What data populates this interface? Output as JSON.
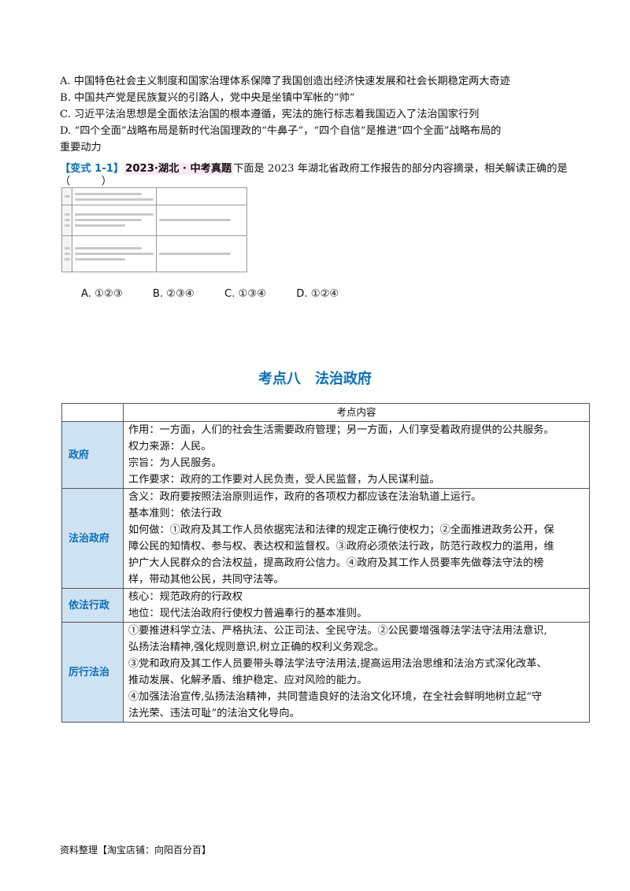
{
  "question_options": {
    "A": "A. 中国特色社会主义制度和国家治理体系保障了我国创造出经济快速发展和社会长期稳定两大奇迹",
    "B": "B. 中国共产党是民族复兴的引路人，党中央是坐镇中军帐的“帅”",
    "C": "C. 习近平法治思想是全面依法治国的根本遵循，宪法的施行标志着我国迈入了法治国家行列",
    "D1": "D. “四个全面”战略布局是新时代治国理政的“牛鼻子”，“四个自信”是推进“四个全面”战略布局的",
    "D2": "重要动力"
  },
  "variant": {
    "tag": "【变式 1-1】",
    "source": "2023·湖北 · 中考真题",
    "text": "下面是 2023 年湖北省政府工作报告的部分内容摘录，相关解读正确的是",
    "paren": "（　　　）"
  },
  "answer_choices": [
    "A. ①②③",
    "B. ②③④",
    "C. ①③④",
    "D. ①②④"
  ],
  "section_title": "考点八　法治政府",
  "table": {
    "header": "考点内容",
    "rows": [
      {
        "label": "政府",
        "lines": [
          "作用：一方面，人们的社会生活需要政府管理；另一方面，人们享受着政府提供的公共服务。",
          "权力来源：人民。",
          "宗旨：为人民服务。",
          "工作要求：政府的工作要对人民负责，受人民监督，为人民谋利益。"
        ]
      },
      {
        "label": "法治政府",
        "lines": [
          "含义：政府要按照法治原则运作，政府的各项权力都应该在法治轨道上运行。",
          "基本准则：依法行政",
          "如何做：①政府及其工作人员依据宪法和法律的规定正确行使权力；②全面推进政务公开，保",
          "障公民的知情权、参与权、表达权和监督权。③政府必须依法行政，防范行政权力的滥用，维",
          "护广大人民群众的合法权益，提高政府公信力。④政府及其工作人员要率先做尊法守法的榜",
          "样，带动其他公民，共同守法等。"
        ]
      },
      {
        "label": "依法行政",
        "lines": [
          "核心：规范政府的行政权",
          "地位：现代法治政府行使权力普遍奉行的基本准则。"
        ]
      },
      {
        "label": "厉行法治",
        "lines": [
          "①要推进科学立法、严格执法、公正司法、全民守法。②公民要增强尊法学法守法用法意识,",
          "弘扬法治精神,强化规则意识,树立正确的权利义务观念。",
          "③党和政府及其工作人员要带头尊法学法守法用法,提高运用法治思维和法治方式深化改革、",
          "推动发展、化解矛盾、维护稳定、应对风险的能力。",
          "④加强法治宣传,弘扬法治精神，共同营造良好的法治文化环境，在全社会鲜明地树立起“守",
          "法光荣、违法可耻”的法治文化导向。"
        ]
      }
    ]
  },
  "footer": "资料整理【淘宝店铺：向阳百分百】"
}
